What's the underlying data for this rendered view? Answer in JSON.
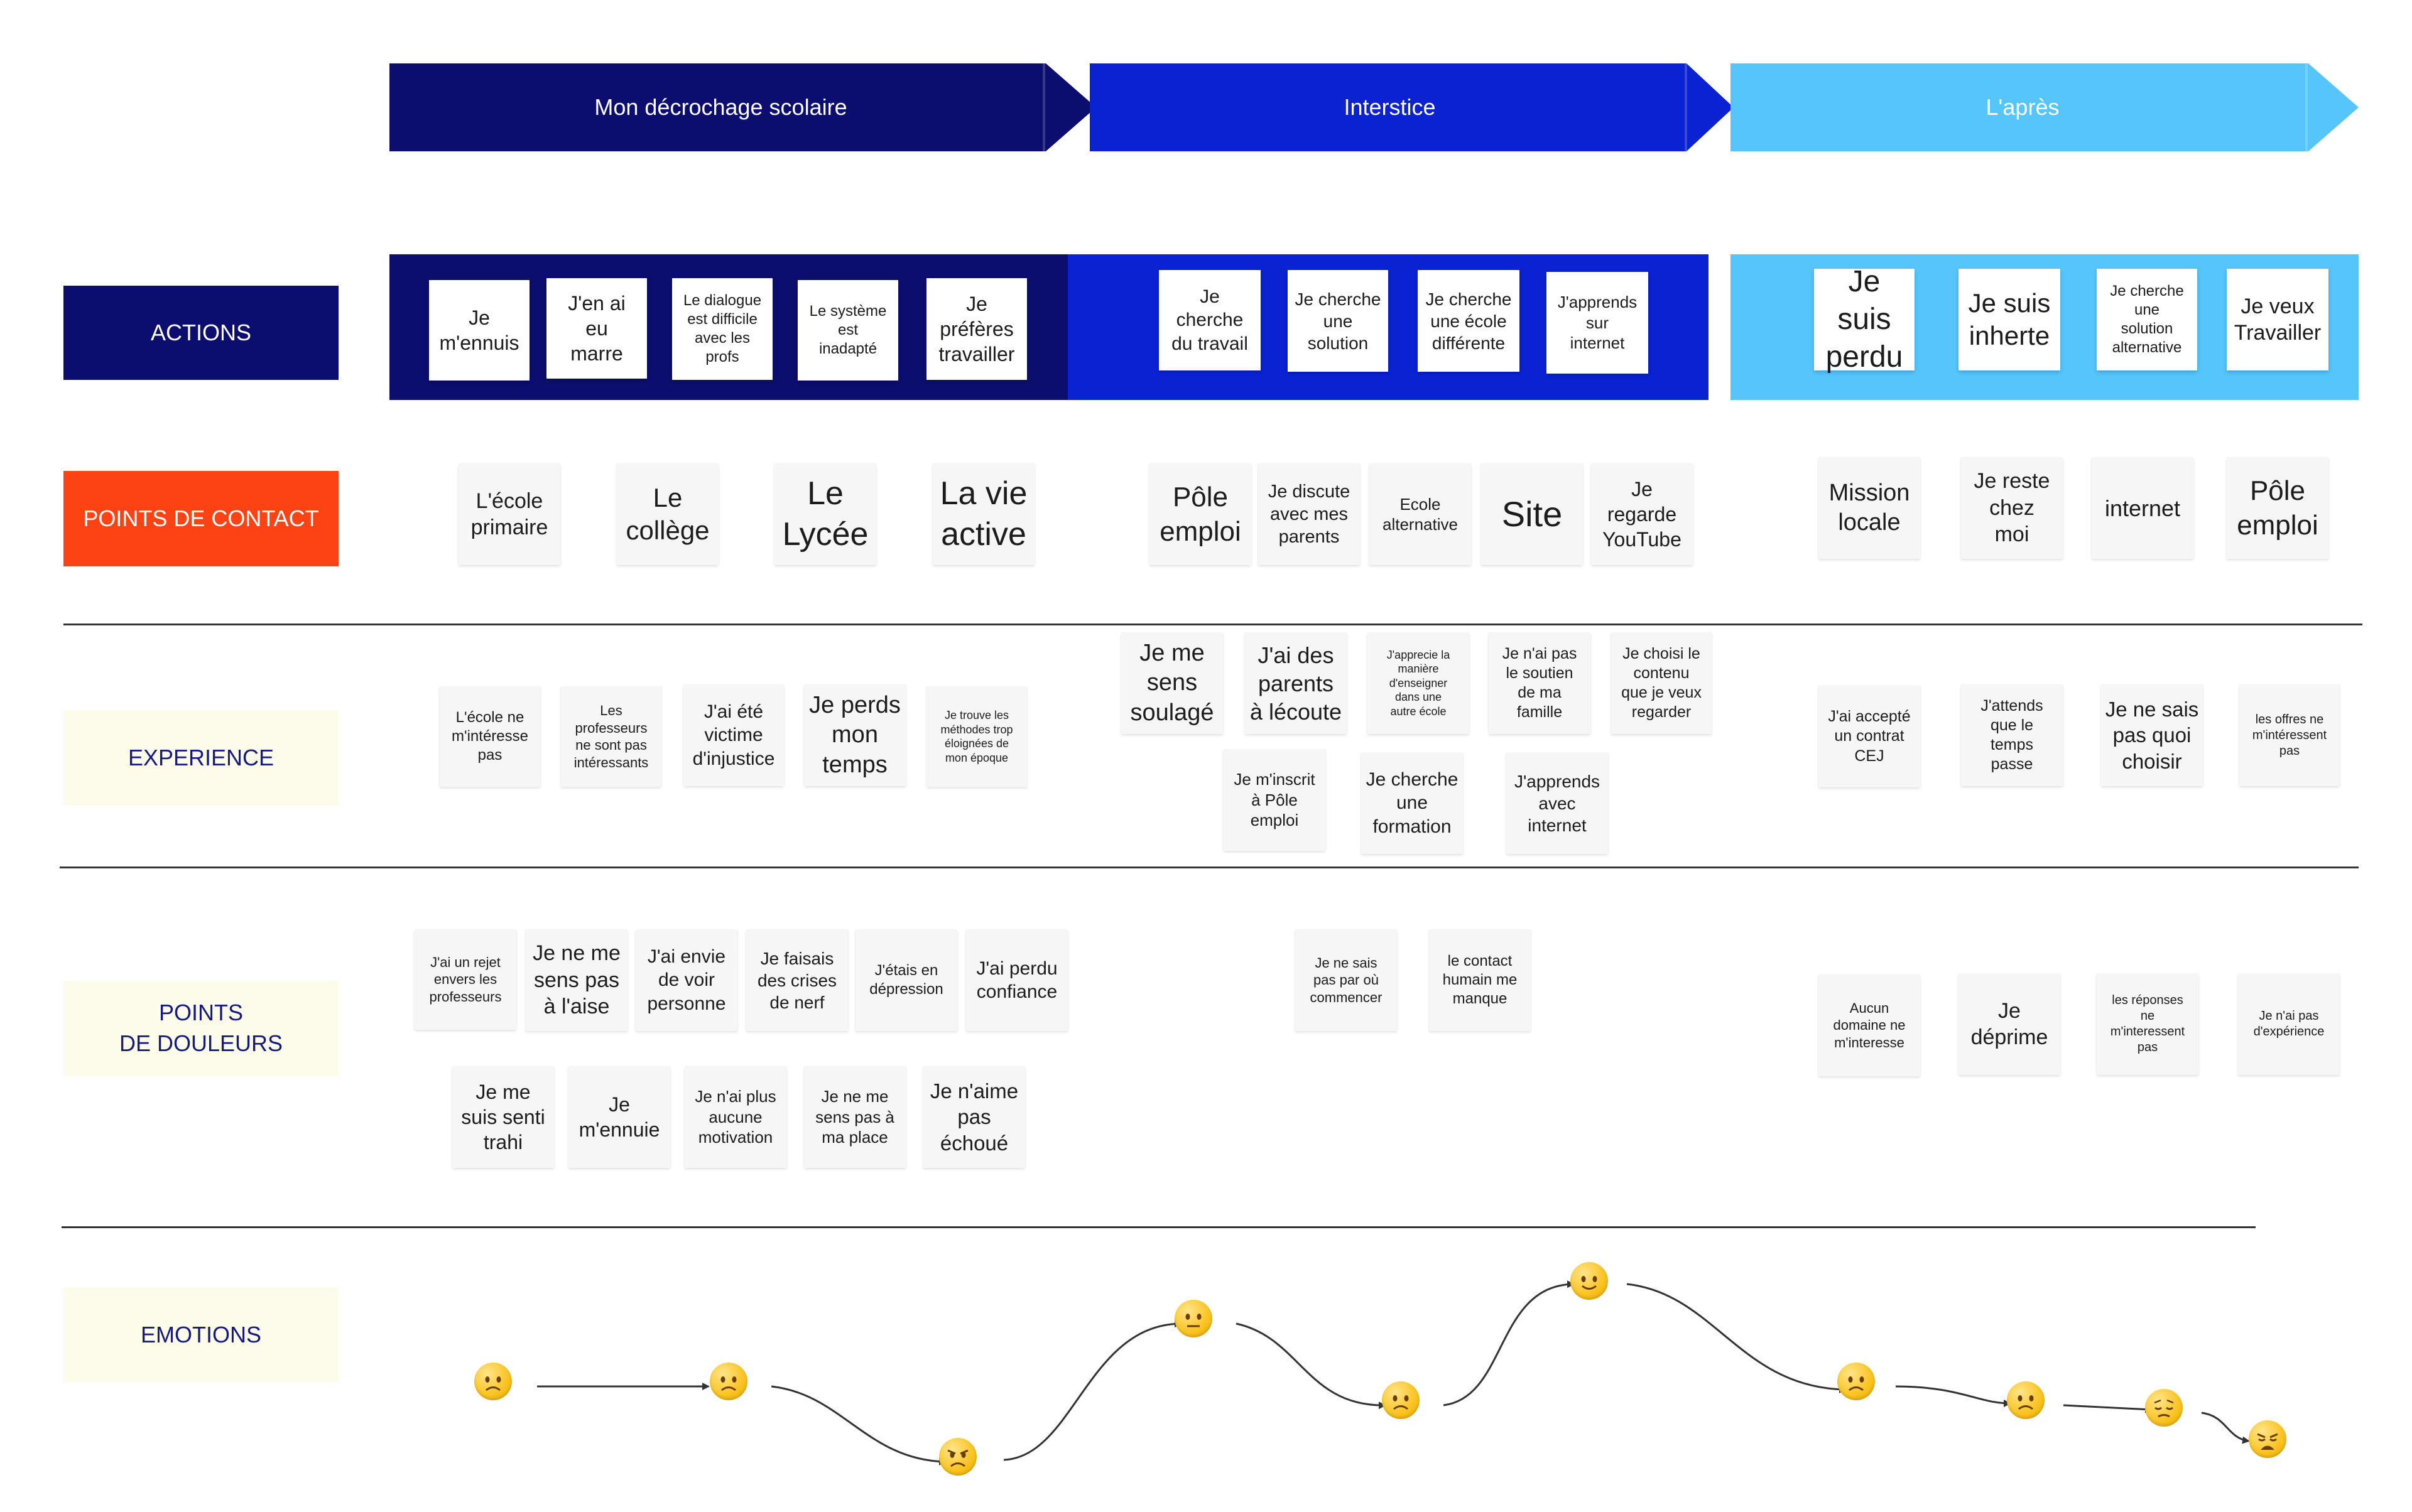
{
  "phases": [
    {
      "label": "Mon décrochage scolaire"
    },
    {
      "label": "Interstice"
    },
    {
      "label": "L'après"
    }
  ],
  "rows": {
    "actions": "ACTIONS",
    "contact": "POINTS DE CONTACT",
    "experience": "EXPERIENCE",
    "douleurs": "POINTS\nDE DOULEURS",
    "emotions": "EMOTIONS"
  },
  "actions": [
    "Je\nm'ennuis",
    "J'en ai\neu\nmarre",
    "Le dialogue\nest difficile\navec les\nprofs",
    "Le système\nest\ninadapté",
    "Je\npréfères\ntravailler",
    "Je\ncherche\ndu travail",
    "Je cherche\nune\nsolution",
    "Je cherche\nune école\ndifférente",
    "J'apprends\nsur\ninternet",
    "Je suis\nperdu",
    "Je suis\ninherte",
    "Je cherche\nune\nsolution\nalternative",
    "Je veux\nTravailler"
  ],
  "contacts": [
    "L'école\nprimaire",
    "Le\ncollège",
    "Le\nLycée",
    "La vie\nactive",
    "Pôle\nemploi",
    "Je discute\navec mes\nparents",
    "Ecole\nalternative",
    "Site",
    "Je\nregarde\nYouTube",
    "Mission\nlocale",
    "Je reste\nchez\nmoi",
    "internet",
    "Pôle\nemploi"
  ],
  "experience": [
    "L'école ne\nm'intéresse\npas",
    "Les\nprofesseurs\nne sont pas\nintéressants",
    "J'ai été\nvictime\nd'injustice",
    "Je perds\nmon\ntemps",
    "Je trouve les\nméthodes trop\néloignées de\nmon époque",
    "Je me\nsens\nsoulagé",
    "J'ai des\nparents\nà lécoute",
    "J'apprecie la\nmanière\nd'enseigner\ndans une\nautre école",
    "Je n'ai pas\nle soutien\nde ma\nfamille",
    "Je choisi le\ncontenu\nque je veux\nregarder",
    "Je m'inscrit\nà Pôle\nemploi",
    "Je cherche\nune\nformation",
    "J'apprends\navec\ninternet",
    "J'ai accepté\nun contrat\nCEJ",
    "J'attends\nque le\ntemps\npasse",
    "Je ne sais\npas quoi\nchoisir",
    "les offres ne\nm'intéressent\npas"
  ],
  "douleurs": [
    "J'ai un rejet\nenvers les\nprofesseurs",
    "Je ne me\nsens pas\nà l'aise",
    "J'ai envie\nde voir\npersonne",
    "Je faisais\ndes crises\nde nerf",
    "J'étais en\ndépression",
    "J'ai perdu\nconfiance",
    "Je me\nsuis senti\ntrahi",
    "Je\nm'ennuie",
    "Je n'ai plus\naucune\nmotivation",
    "Je ne me\nsens pas à\nma place",
    "Je n'aime\npas\néchoué",
    "Je ne sais\npas par où\ncommencer",
    "le contact\nhumain me\nmanque",
    "Aucun\ndomaine ne\nm'interesse",
    "Je\ndéprime",
    "les réponses\nne\nm'interessent\npas",
    "Je n'ai pas\nd'expérience"
  ],
  "emotions": [
    {
      "icon": "slightly-frowning-face-icon",
      "mood": "frown"
    },
    {
      "icon": "frowning-face-icon",
      "mood": "frown"
    },
    {
      "icon": "angry-face-icon",
      "mood": "angry"
    },
    {
      "icon": "neutral-face-icon",
      "mood": "neutral"
    },
    {
      "icon": "frowning-face-icon",
      "mood": "frown"
    },
    {
      "icon": "slightly-smiling-face-icon",
      "mood": "smile"
    },
    {
      "icon": "frowning-face-icon",
      "mood": "frown"
    },
    {
      "icon": "frowning-face-icon",
      "mood": "frown"
    },
    {
      "icon": "pensive-face-icon",
      "mood": "pensive"
    },
    {
      "icon": "weary-face-icon",
      "mood": "weary"
    }
  ],
  "colors": {
    "phase1": "#0b0e6e",
    "phase2": "#0a22d2",
    "phase3": "#55c5fb",
    "contact_label": "#fd4314",
    "soft_label": "#fdfbe9",
    "soft_text": "#141a7e"
  }
}
